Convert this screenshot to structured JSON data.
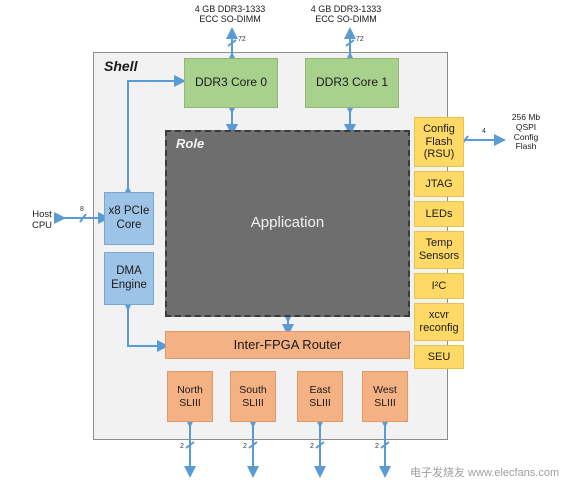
{
  "shell": {
    "title": "Shell"
  },
  "role": {
    "title": "Role",
    "application": "Application"
  },
  "memory": {
    "left_label": [
      "4 GB DDR3-1333",
      "ECC SO-DIMM"
    ],
    "right_label": [
      "4 GB DDR3-1333",
      "ECC SO-DIMM"
    ],
    "left_width": "72",
    "right_width": "72",
    "core0": "DDR3 Core 0",
    "core1": "DDR3 Core 1"
  },
  "host": {
    "label": [
      "Host",
      "CPU"
    ],
    "width": "8"
  },
  "pcie": [
    "x8 PCIe",
    "Core"
  ],
  "dma": [
    "DMA",
    "Engine"
  ],
  "router": "Inter-FPGA Router",
  "slii": [
    [
      "North",
      "SLIII"
    ],
    [
      "South",
      "SLIII"
    ],
    [
      "East",
      "SLIII"
    ],
    [
      "West",
      "SLIII"
    ]
  ],
  "slii_width": "2",
  "right_blocks": {
    "config_flash": [
      "Config",
      "Flash",
      "(RSU)"
    ],
    "jtag": "JTAG",
    "leds": "LEDs",
    "temp": [
      "Temp",
      "Sensors"
    ],
    "i2c": "I²C",
    "xcvr": [
      "xcvr",
      "reconfig"
    ],
    "seu": "SEU"
  },
  "qspi": {
    "label": [
      "256 Mb",
      "QSPI",
      "Config",
      "Flash"
    ],
    "width": "4"
  },
  "watermark": "电子发烧友 www.elecfans.com",
  "colors": {
    "green": "#a9d18e",
    "blue": "#9dc3e6",
    "orange": "#f4b183",
    "yellow": "#ffd966",
    "role_gray": "#6e6e6e",
    "wire": "#5b9bd5"
  }
}
